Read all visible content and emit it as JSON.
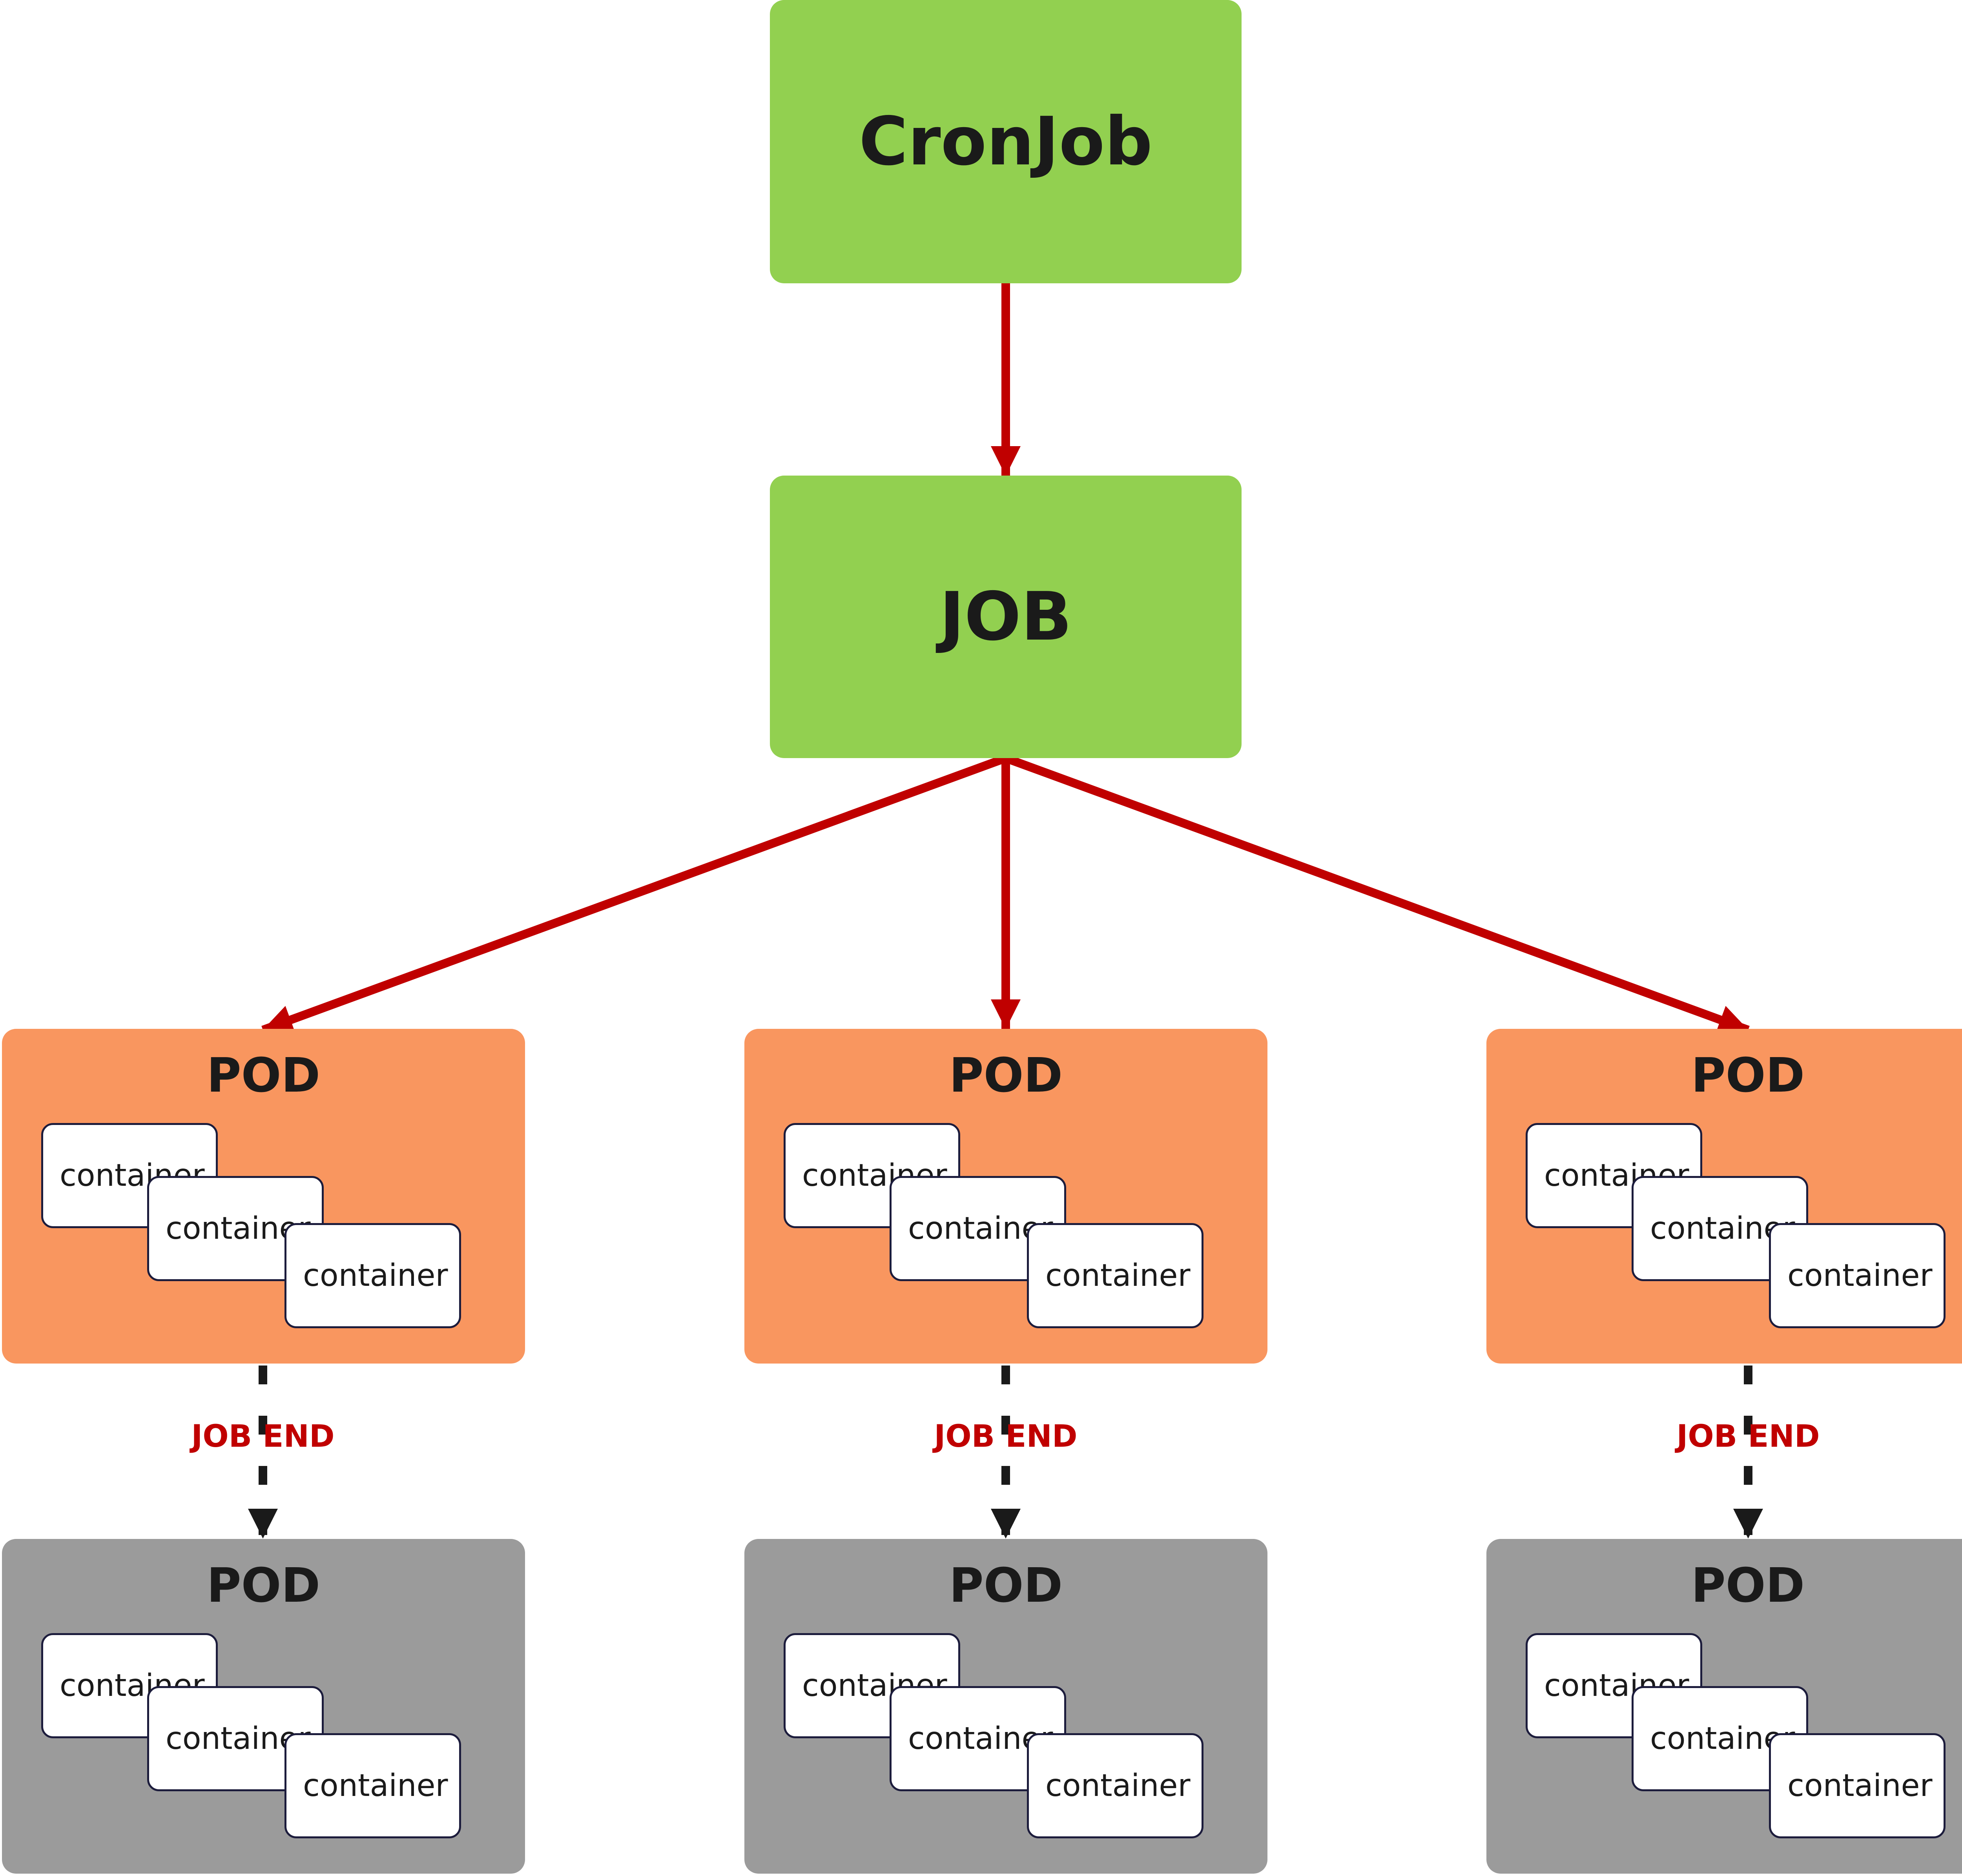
{
  "colors": {
    "green": "#92d050",
    "pod_active": "#f9965f",
    "pod_done": "#9b9b9b",
    "arrow_red": "#c00000",
    "arrow_dark": "#1a1a1a",
    "label_red": "#c00000"
  },
  "cronjob": {
    "label": "CronJob"
  },
  "job": {
    "label": "JOB"
  },
  "columns": [
    {
      "active_pod": {
        "title": "POD",
        "containers": [
          "container",
          "container",
          "container"
        ]
      },
      "transition_label": "JOB END",
      "finished_pod": {
        "title": "POD",
        "containers": [
          "container",
          "container",
          "container"
        ]
      }
    },
    {
      "active_pod": {
        "title": "POD",
        "containers": [
          "container",
          "container",
          "container"
        ]
      },
      "transition_label": "JOB END",
      "finished_pod": {
        "title": "POD",
        "containers": [
          "container",
          "container",
          "container"
        ]
      }
    },
    {
      "active_pod": {
        "title": "POD",
        "containers": [
          "container",
          "container",
          "container"
        ]
      },
      "transition_label": "JOB END",
      "finished_pod": {
        "title": "POD",
        "containers": [
          "container",
          "container",
          "container"
        ]
      }
    }
  ]
}
